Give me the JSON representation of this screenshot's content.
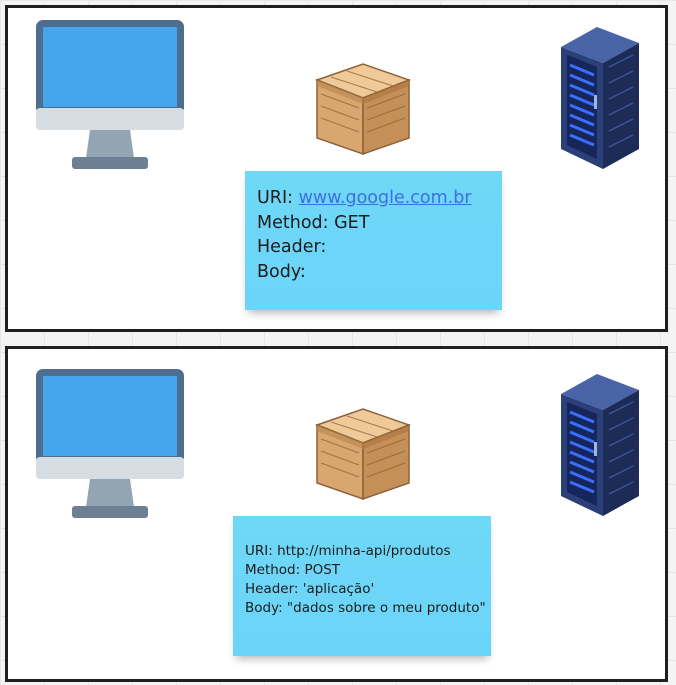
{
  "top_diagram": {
    "note": {
      "uri_label": "URI: ",
      "uri_link": "www.google.com.br",
      "method": "Method: GET",
      "header": "Header:",
      "body": "Body:"
    }
  },
  "bottom_diagram": {
    "note": {
      "uri": "URI: http://minha-api/produtos",
      "method": "Method: POST",
      "header": "Header: 'aplicação'",
      "body": "Body: \"dados sobre o meu produto\""
    }
  },
  "icons": {
    "client": "desktop-monitor-icon",
    "payload": "wooden-crate-icon",
    "server": "server-rack-icon"
  },
  "colors": {
    "sticky_note": "#6fd8f7",
    "link": "#3f6ee0",
    "monitor_screen": "#45a4ec",
    "server_body": "#2b3f78",
    "server_lights": "#3b6fff"
  }
}
